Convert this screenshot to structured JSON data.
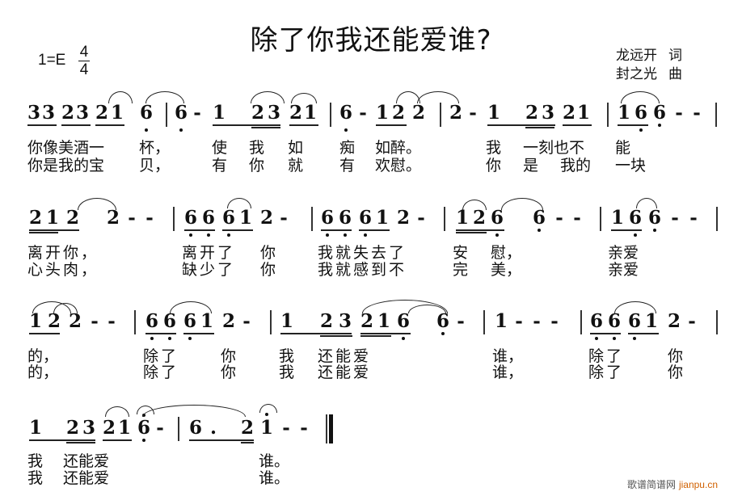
{
  "header": {
    "title": "除了你我还能爱谁?",
    "key": "1=E",
    "time_signature": {
      "numerator": "4",
      "denominator": "4"
    },
    "lyricist": {
      "name": "龙远开",
      "role": "词"
    },
    "composer": {
      "name": "封之光",
      "role": "曲"
    }
  },
  "systems": [
    {
      "notation": "3 3 2 3 2 1 6̣ | 6̣ - 1 2 3 2 1 | 6̣ - 1 2 2 | 2 - 1 2 3 2 1 | 1 6̣ 6̣ - - |",
      "lyrics_verse1": "你像美酒一 杯， 使 我 如 痴 如醉。 我 一刻也不 能",
      "lyrics_verse2": "你是我的宝 贝， 有 你 就 有 欢慰。 你 是 我的 一块"
    },
    {
      "notation": "2 1 2 2 - - | 6̣ 6̣ 6̣ 1 2 - | 6̣ 6̣ 6̣ 1 2 - | 1 2 6̣ 6̣ - - | 1 6̣ 6̣ - - |",
      "lyrics_verse1": "离开你， 离开了 你 我就失去了 安 慰， 亲爱",
      "lyrics_verse2": "心头肉， 缺少了 你 我就感到不 完 美， 亲爱"
    },
    {
      "notation": "1 2 2 - - | 6̣ 6̣ 6̣ 1 2 - | 1 2 3 2 1 6̣ 6̣ - | 1 - - - | 6̣ 6̣ 6̣ 1 2 - |",
      "lyrics_verse1": "的， 除了 你 我 还能爱 谁， 除了 你",
      "lyrics_verse2": "的， 除了 你 我 还能爱 谁， 除了 你"
    },
    {
      "notation": "1 2 3 2 1 6̣ - | 6̣ . 2 1̇ - - ‖",
      "lyrics_verse1": "我 还能爱 谁。",
      "lyrics_verse2": "我 还能爱 谁。"
    }
  ],
  "rows": {
    "r1": {
      "notes": [
        "3",
        "3",
        "2",
        "3",
        "2",
        "1",
        "6",
        "6",
        "-",
        "1",
        "2",
        "3",
        "2",
        "1",
        "6",
        "-",
        "1",
        "2",
        "2",
        "2",
        "-",
        "1",
        "2",
        "3",
        "2",
        "1",
        "1",
        "6",
        "6",
        "-",
        "-"
      ],
      "v1": [
        "你像美酒一",
        "杯，",
        "使",
        "我",
        "如",
        "痴",
        "如醉。",
        "我",
        "一刻也不",
        "能"
      ],
      "v2": [
        "你是我的宝",
        "贝，",
        "有",
        "你",
        "就",
        "有",
        "欢慰。",
        "你",
        "是",
        "我的",
        "一块"
      ]
    },
    "r2": {
      "notes": [
        "2",
        "1",
        "2",
        "2",
        "-",
        "-",
        "6",
        "6",
        "6",
        "1",
        "2",
        "-",
        "6",
        "6",
        "6",
        "1",
        "2",
        "-",
        "1",
        "2",
        "6",
        "6",
        "-",
        "-",
        "1",
        "6",
        "6",
        "-",
        "-"
      ],
      "v1": [
        "离开你，",
        "离开了",
        "你",
        "我就失去了",
        "安",
        "慰，",
        "亲爱"
      ],
      "v2": [
        "心头肉，",
        "缺少了",
        "你",
        "我就感到不",
        "完",
        "美，",
        "亲爱"
      ]
    },
    "r3": {
      "notes": [
        "1",
        "2",
        "2",
        "-",
        "-",
        "6",
        "6",
        "6",
        "1",
        "2",
        "-",
        "1",
        "2",
        "3",
        "2",
        "1",
        "6",
        "6",
        "-",
        "1",
        "-",
        "-",
        "-",
        "6",
        "6",
        "6",
        "1",
        "2",
        "-"
      ],
      "v1": [
        "的，",
        "除了",
        "你",
        "我",
        "还能爱",
        "谁，",
        "除了",
        "你"
      ],
      "v2": [
        "的，",
        "除了",
        "你",
        "我",
        "还能爱",
        "谁，",
        "除了",
        "你"
      ]
    },
    "r4": {
      "notes": [
        "1",
        "2",
        "3",
        "2",
        "1",
        "6",
        "-",
        "6",
        ".",
        "2",
        "1",
        "-",
        "-"
      ],
      "v1": [
        "我",
        "还能爱",
        "谁。"
      ],
      "v2": [
        "我",
        "还能爱",
        "谁。"
      ]
    }
  },
  "watermark": {
    "text": "歌谱简谱网",
    "site": "jianpu.cn"
  }
}
